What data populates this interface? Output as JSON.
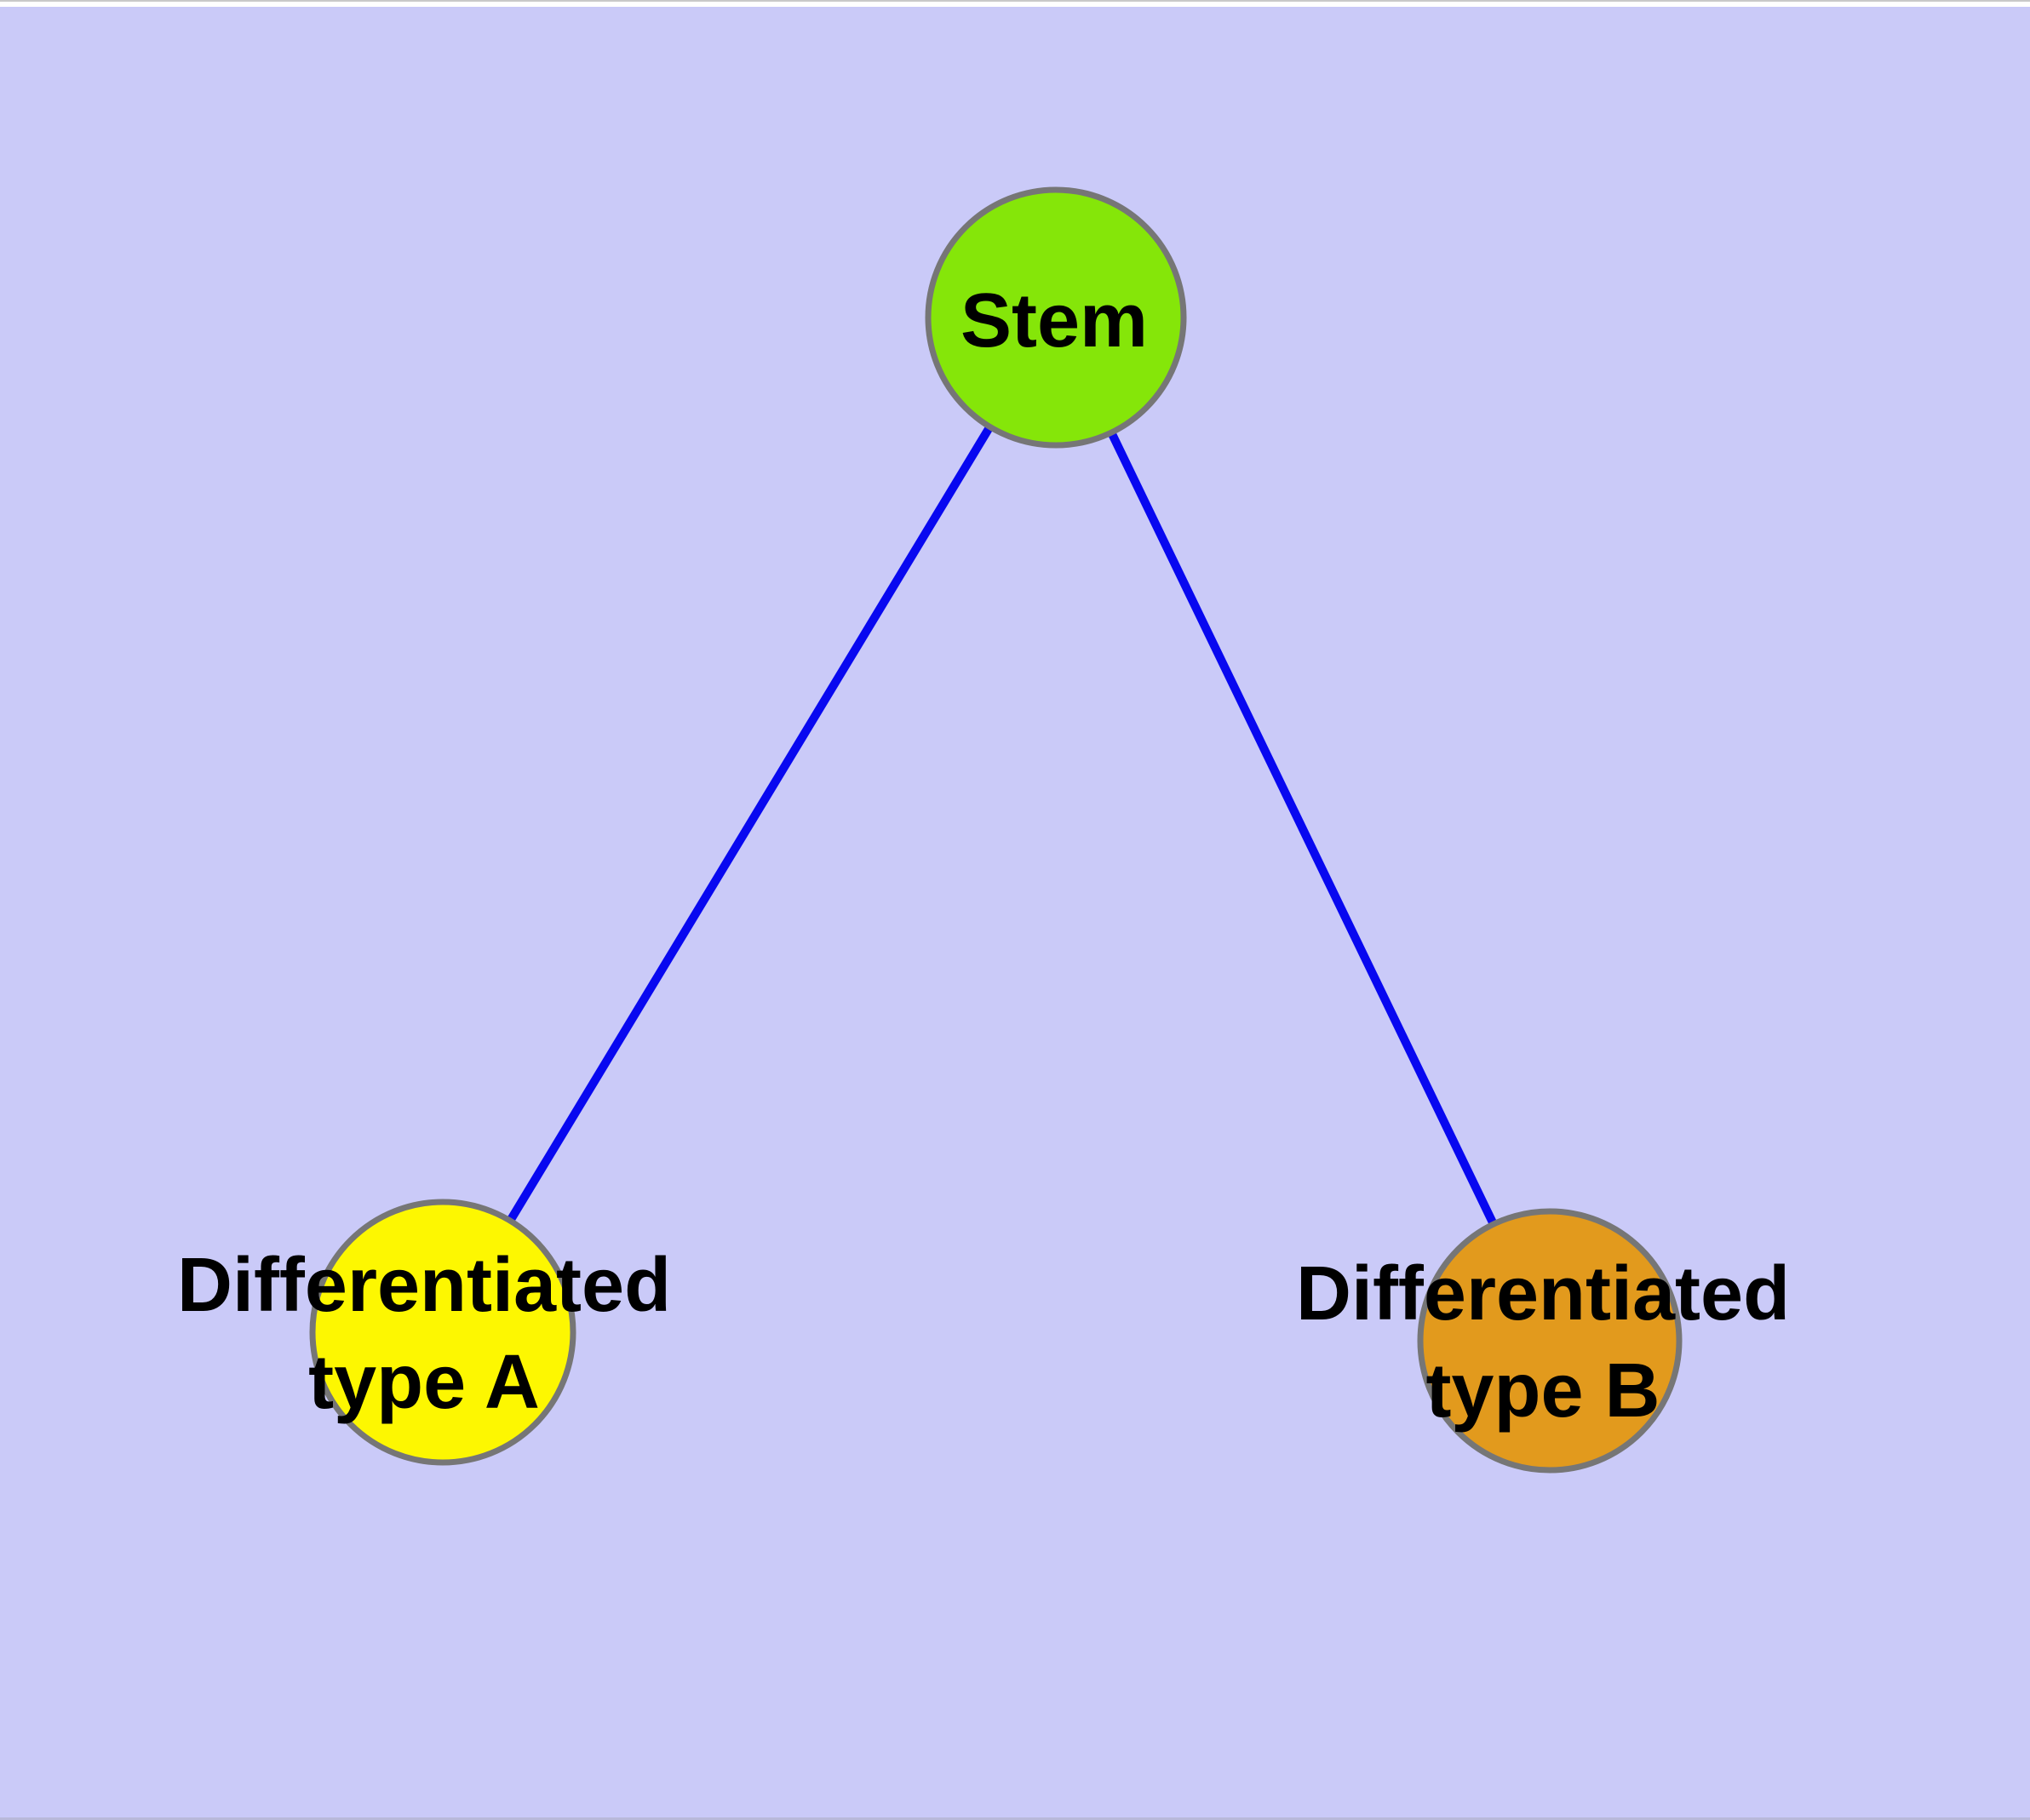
{
  "diagram": {
    "type": "node-link-graph",
    "background_color": "#CACAF8",
    "label_color": "#000000",
    "node_border_color": "#767676",
    "nodes": [
      {
        "id": "stem",
        "label": "Stem",
        "fill": "#85E609",
        "border_color": "#767676"
      },
      {
        "id": "differentiated-type-a",
        "label": "Differentiated\ntype A",
        "fill": "#FDF701",
        "border_color": "#767676"
      },
      {
        "id": "differentiated-type-b",
        "label": "Differentiated\ntype B",
        "fill": "#E29A1D",
        "border_color": "#767676"
      }
    ],
    "edges": [
      {
        "from": "stem",
        "to": "differentiated-type-a",
        "color": "#0808F0"
      },
      {
        "from": "stem",
        "to": "differentiated-type-b",
        "color": "#0808F0"
      }
    ]
  }
}
